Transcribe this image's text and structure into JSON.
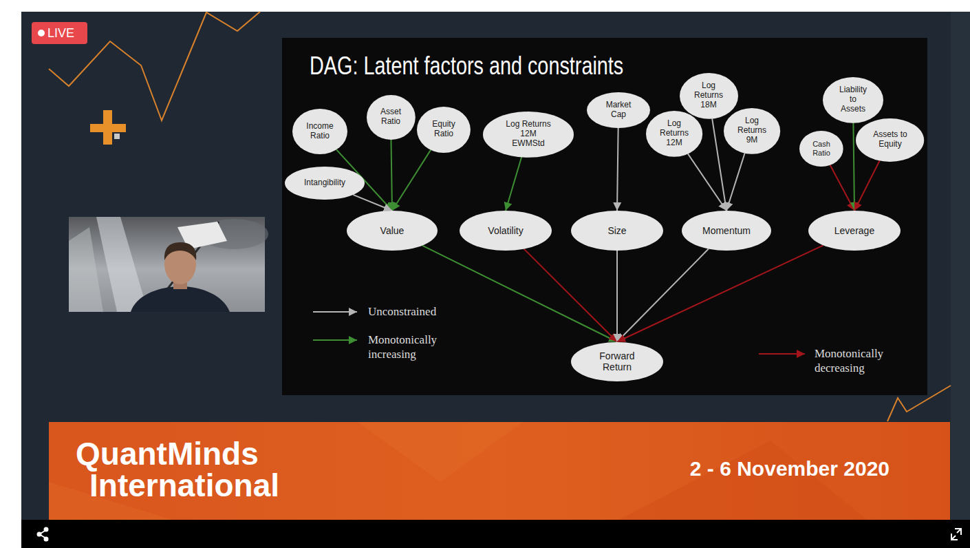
{
  "diagram": {
    "title": "DAG: Latent factors and constraints",
    "nodes": [
      {
        "text": [
          "Log Returns 18M"
        ]
      },
      {
        "text": [
          "Liability to Assets"
        ]
      },
      {
        "text": [
          "Market Cap"
        ]
      },
      {
        "text": [
          "Asset Ratio"
        ]
      },
      {
        "text": [
          "Income Ratio"
        ]
      },
      {
        "text": [
          "Equity Ratio"
        ]
      },
      {
        "text": [
          "Log Returns 12M EWMStd"
        ]
      },
      {
        "text": [
          "Log Returns 12M"
        ]
      },
      {
        "text": [
          "Log Returns 9M"
        ]
      },
      {
        "text": [
          "Cash Ratio"
        ]
      },
      {
        "text": [
          "Assets to Equity"
        ]
      },
      {
        "text": [
          "Intangibility"
        ]
      },
      {
        "text": [
          "Value"
        ]
      },
      {
        "text": [
          "Volatility"
        ]
      },
      {
        "text": [
          "Size"
        ]
      },
      {
        "text": [
          "Momentum"
        ]
      },
      {
        "text": [
          "Leverage"
        ]
      },
      {
        "text": [
          "Forward Return"
        ]
      }
    ],
    "edges": [
      {
        "from": 4,
        "to": 12,
        "arrow": "to"
      },
      {
        "from": 3,
        "to": 12,
        "arrow": "to"
      },
      {
        "from": 5,
        "to": 12,
        "arrow": "to"
      },
      {
        "from": 11,
        "to": 12,
        "arrow": "to"
      },
      {
        "from": 6,
        "to": 13,
        "arrow": "to"
      },
      {
        "from": 2,
        "to": 14,
        "arrow": "to"
      },
      {
        "from": 7,
        "to": 15,
        "arrow": "to"
      },
      {
        "from": 0,
        "to": 15,
        "arrow": "to"
      },
      {
        "from": 8,
        "to": 15,
        "arrow": "to"
      },
      {
        "from": 9,
        "to": 16,
        "arrow": "to"
      },
      {
        "from": 1,
        "to": 16,
        "arrow": "to"
      },
      {
        "from": 10,
        "to": 16,
        "arrow": "to"
      },
      {
        "from": 12,
        "to": 17,
        "arrow": "to"
      },
      {
        "from": 13,
        "to": 17,
        "arrow": "to"
      },
      {
        "from": 14,
        "to": 17,
        "arrow": "to"
      },
      {
        "from": 15,
        "to": 17,
        "arrow": "to"
      },
      {
        "from": 16,
        "to": 17,
        "arrow": "to"
      }
    ],
    "labels": [
      "LIVE",
      "QuantMinds International",
      "2 - 6 November 2020"
    ],
    "legend": [
      {
        "text": "Unconstrained"
      },
      {
        "text": "Monotonically increasing"
      },
      {
        "text": "Monotonically decreasing"
      }
    ]
  }
}
